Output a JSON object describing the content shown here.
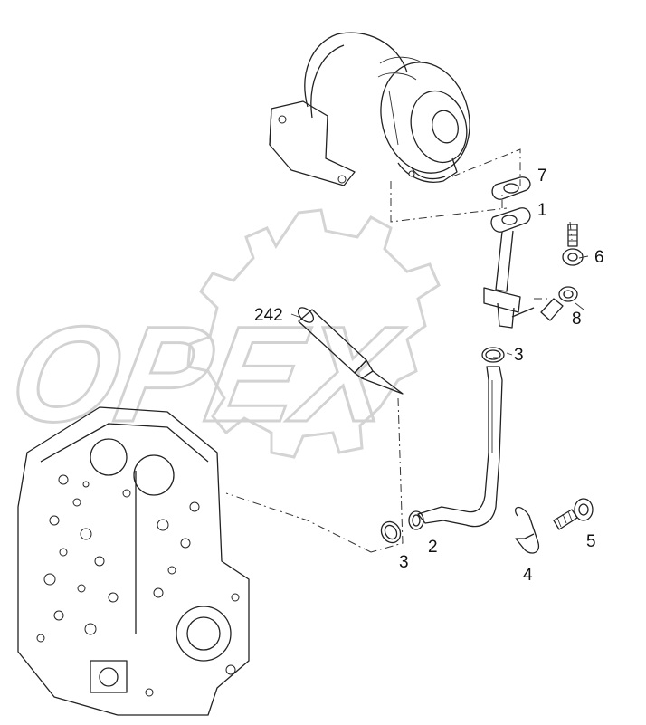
{
  "watermark": {
    "brand_text": "OPEX"
  },
  "callouts": {
    "label_1": "1",
    "label_2": "2",
    "label_3_top": "3",
    "label_3_bottom": "3",
    "label_4": "4",
    "label_5": "5",
    "label_6": "6",
    "label_7": "7",
    "label_8": "8",
    "label_242": "242"
  },
  "colors": {
    "line": "#222222",
    "watermark": "#d4d4d4",
    "background": "#ffffff"
  }
}
